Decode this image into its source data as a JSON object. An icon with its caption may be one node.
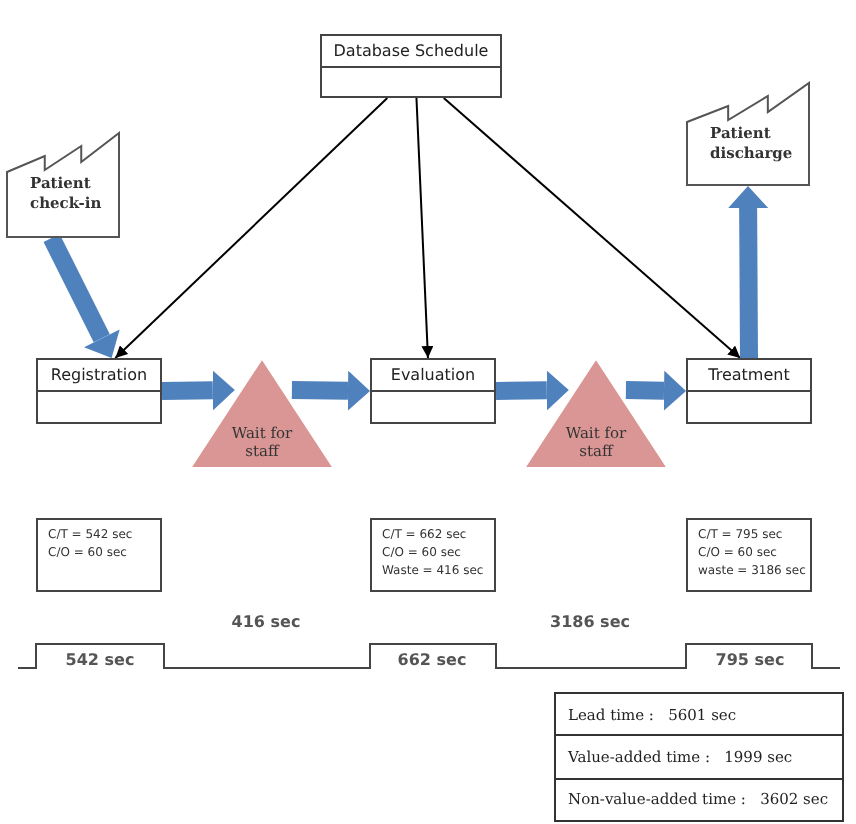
{
  "diagram": {
    "nodes": [
      {
        "text": [
          "Database Schedule"
        ]
      },
      {
        "text": [
          "Patient check-in"
        ]
      },
      {
        "text": [
          "Registration"
        ]
      },
      {
        "text": [
          "Wait for staff"
        ]
      },
      {
        "text": [
          "Evaluation"
        ]
      },
      {
        "text": [
          "Wait for staff"
        ]
      },
      {
        "text": [
          "Treatment"
        ]
      },
      {
        "text": [
          "Patient discharge"
        ]
      },
      {
        "text": [
          "C/T = 542 sec",
          "C/O = 60 sec"
        ]
      },
      {
        "text": [
          "C/T = 662 sec",
          "C/O = 60 sec",
          "Waste = 416 sec"
        ]
      },
      {
        "text": [
          "C/T = 795 sec",
          "C/O = 60 sec",
          "waste = 3186 sec"
        ]
      },
      {
        "text": [
          "Lead time :   5601 sec",
          "Value-added time :   1999 sec",
          "Non-value-added time :   3602 sec"
        ]
      }
    ],
    "edges": [
      {
        "from": 0,
        "to": 2,
        "arrow": "to",
        "color": "#000000"
      },
      {
        "from": 0,
        "to": 4,
        "arrow": "to",
        "color": "#000000"
      },
      {
        "from": 0,
        "to": 6,
        "arrow": "to",
        "color": "#000000"
      },
      {
        "from": 1,
        "to": 2,
        "arrow": "to"
      },
      {
        "from": 2,
        "to": 3,
        "arrow": "to"
      },
      {
        "from": 3,
        "to": 4,
        "arrow": "to"
      },
      {
        "from": 4,
        "to": 5,
        "arrow": "to"
      },
      {
        "from": 5,
        "to": 6,
        "arrow": "to"
      },
      {
        "from": 6,
        "to": 7,
        "arrow": "to"
      }
    ],
    "labels": [
      "416 sec",
      "3186 sec",
      "542 sec",
      "662 sec",
      "795 sec"
    ]
  }
}
